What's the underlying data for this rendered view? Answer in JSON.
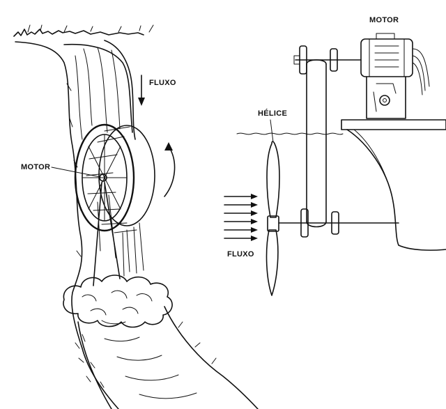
{
  "diagram": {
    "left": {
      "flow_label": "FLUXO",
      "motor_label": "MOTOR"
    },
    "right": {
      "motor_label": "MOTOR",
      "propeller_label": "HÉLICE",
      "flow_label": "FLUXO"
    }
  },
  "colors": {
    "ink": "#111111",
    "background": "#ffffff"
  }
}
